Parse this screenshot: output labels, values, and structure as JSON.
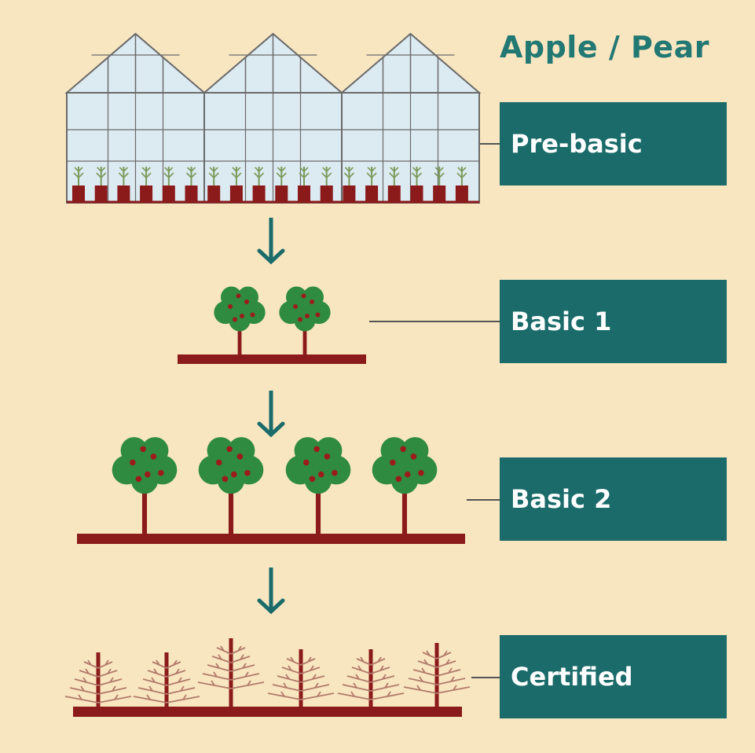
{
  "title": "Apple / Pear",
  "stages": [
    {
      "label": "Pre-basic"
    },
    {
      "label": "Basic 1"
    },
    {
      "label": "Basic 2"
    },
    {
      "label": "Certified"
    }
  ],
  "colors": {
    "background": "#f8e6c0",
    "teal": "#1a6b6a",
    "title_text": "#227873",
    "soil": "#8b1a1a",
    "foliage": "#2e8b3f",
    "fruit": "#9b1c1c",
    "greenhouse_glass": "#dceaf2",
    "greenhouse_frame": "#6a6a6a",
    "seedling": "#7a9a5a",
    "twig": "#b27a6a"
  },
  "icons": {
    "greenhouse": "greenhouse-icon",
    "arrow": "down-arrow-icon",
    "fruit_tree": "fruit-tree-icon",
    "bare_tree": "bare-tree-icon"
  }
}
